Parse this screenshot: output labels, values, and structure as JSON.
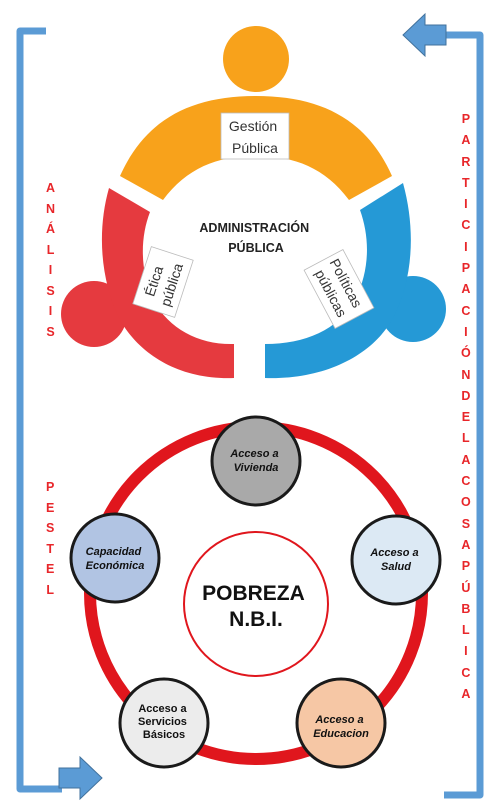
{
  "side_labels": {
    "analisis": [
      "A",
      "N",
      "Á",
      "L",
      "I",
      "S",
      "I",
      "S"
    ],
    "pestel": [
      "P",
      "E",
      "S",
      "T",
      "E",
      "L"
    ],
    "participacion": [
      "P",
      "A",
      "R",
      "T",
      "I",
      "C",
      "I",
      "P",
      "A",
      "C",
      "I",
      "Ó",
      "N",
      "D",
      "E",
      "L",
      "A",
      "C",
      "O",
      "S",
      "A",
      "P",
      "Ú",
      "B",
      "L",
      "I",
      "C",
      "A"
    ]
  },
  "admin_diagram": {
    "center_lines": [
      "ADMINISTRACIÓN",
      "PÚBLICA"
    ],
    "gestion_lines": [
      "Gestión",
      "Pública"
    ],
    "etica_lines": [
      "Ética",
      "pública"
    ],
    "politicas_lines": [
      "Políticas",
      "públicas"
    ]
  },
  "nbi_diagram": {
    "center_lines": [
      "POBREZA",
      "N.B.I."
    ],
    "nodes": [
      {
        "lines": [
          "Acceso a",
          "Vivienda"
        ],
        "fill": "#a9a9a9"
      },
      {
        "lines": [
          "Acceso a",
          "Salud"
        ],
        "fill": "#dce9f4"
      },
      {
        "lines": [
          "Acceso a",
          "Educacion"
        ],
        "fill": "#f6c7a5"
      },
      {
        "lines": [
          "Acceso a",
          "Servicios",
          "Básicos"
        ],
        "fill": "#ececec"
      },
      {
        "lines": [
          "Capacidad",
          "Económica"
        ],
        "fill": "#b1c4e3"
      }
    ]
  },
  "colors": {
    "orange": "#f8a21b",
    "red": "#e53a3f",
    "blue": "#2599d6",
    "bracket": "#5b9bd5",
    "ring": "#e0161d",
    "text_red": "#e8262a"
  }
}
